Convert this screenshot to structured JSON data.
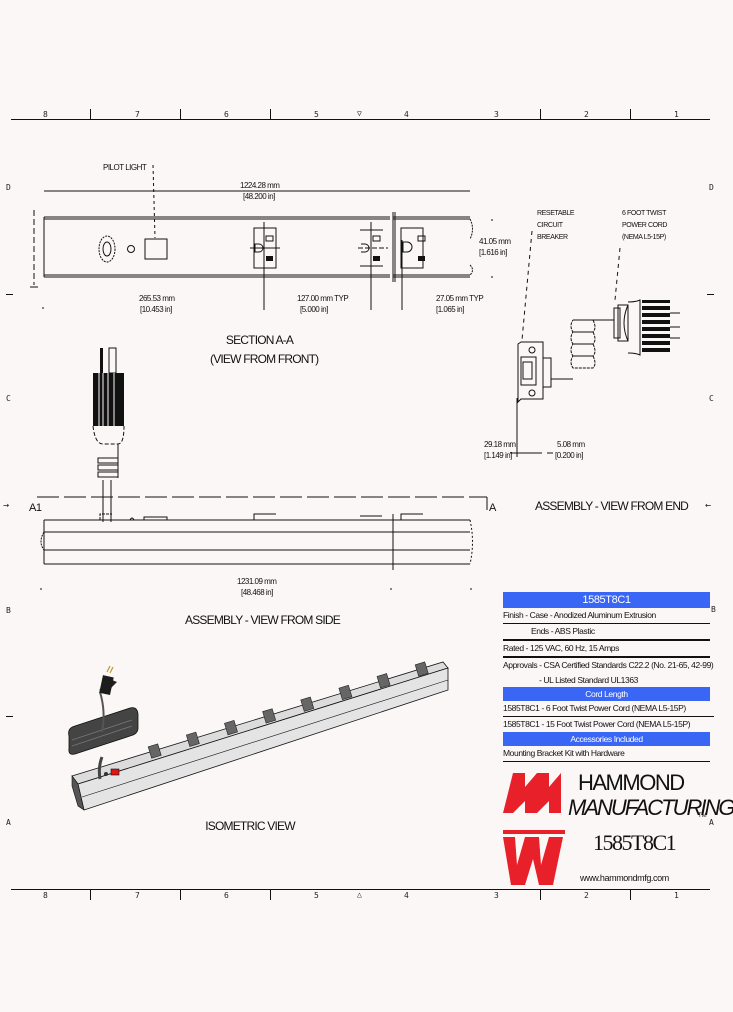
{
  "border": {
    "column_labels": [
      "8",
      "7",
      "6",
      "5",
      "4",
      "3",
      "2",
      "1"
    ],
    "row_labels_left": [
      "D",
      "C",
      "B",
      "A"
    ],
    "row_labels_right": [
      "D",
      "C",
      "B",
      "A"
    ],
    "center_marker_top": "▽",
    "center_marker_bottom": "△",
    "section_arrow_left": "→",
    "section_arrow_right": "←"
  },
  "section_view": {
    "title_line1": "SECTION A-A",
    "title_line2": "(VIEW FROM FRONT)",
    "pilot_light_label": "PILOT LIGHT",
    "overall_length_mm": "1224.28 mm",
    "overall_length_in": "[48.200 in]",
    "first_outlet_mm": "265.53 mm",
    "first_outlet_in": "[10.453 in]",
    "outlet_spacing_mm": "127.00 mm TYP",
    "outlet_spacing_in": "[5.000 in]",
    "end_offset_mm": "27.05 mm TYP",
    "end_offset_in": "[1.065 in]",
    "height_mm": "41.05 mm",
    "height_in": "[1.616 in]"
  },
  "end_view": {
    "title": "ASSEMBLY - VIEW FROM END",
    "breaker_label": [
      "RESETABLE",
      "CIRCUIT",
      "BREAKER"
    ],
    "cord_label": [
      "6 FOOT TWIST",
      "POWER CORD",
      "(NEMA L5-15P)"
    ],
    "width_mm": "29.18 mm",
    "width_in": "[1.149 in]",
    "offset_mm": "5.08 mm",
    "offset_in": "[0.200 in]"
  },
  "side_view": {
    "title": "ASSEMBLY - VIEW FROM SIDE",
    "section_label_left": "A1",
    "section_label_right": "A",
    "length_mm": "1231.09 mm",
    "length_in": "[48.468 in]"
  },
  "isometric_view": {
    "title": "ISOMETRIC VIEW",
    "outlet_count": 8
  },
  "spec_table": {
    "model_header": "1585T8C1",
    "rows": [
      "Finish - Case - Anodized Aluminum Extrusion",
      "Ends - ABS Plastic",
      "Rated - 125 VAC, 60 Hz, 15 Amps",
      "Approvals - CSA Certified Standards C22.2 (No. 21-65, 42-99)",
      "- UL Listed Standard UL1363"
    ],
    "cord_header": "Cord Length",
    "cord_rows": [
      "1585T8C1 - 6 Foot Twist Power Cord (NEMA L5-15P)",
      "1585T8C1 - 15 Foot Twist Power Cord (NEMA L5-15P)"
    ],
    "accessories_header": "Accessories Included",
    "accessories_rows": [
      "Mounting Bracket Kit with Hardware"
    ]
  },
  "title_block": {
    "company_line1": "HAMMOND",
    "company_line2": "MANUFACTURING",
    "trademark": "TM",
    "part_number": "1585T8C1",
    "website": "www.hammondmfg.com"
  },
  "colors": {
    "header_blue": "#3a66f5",
    "logo_red": "#e8202a",
    "pilot_red": "#e01515",
    "background": "#fcf7f7"
  }
}
